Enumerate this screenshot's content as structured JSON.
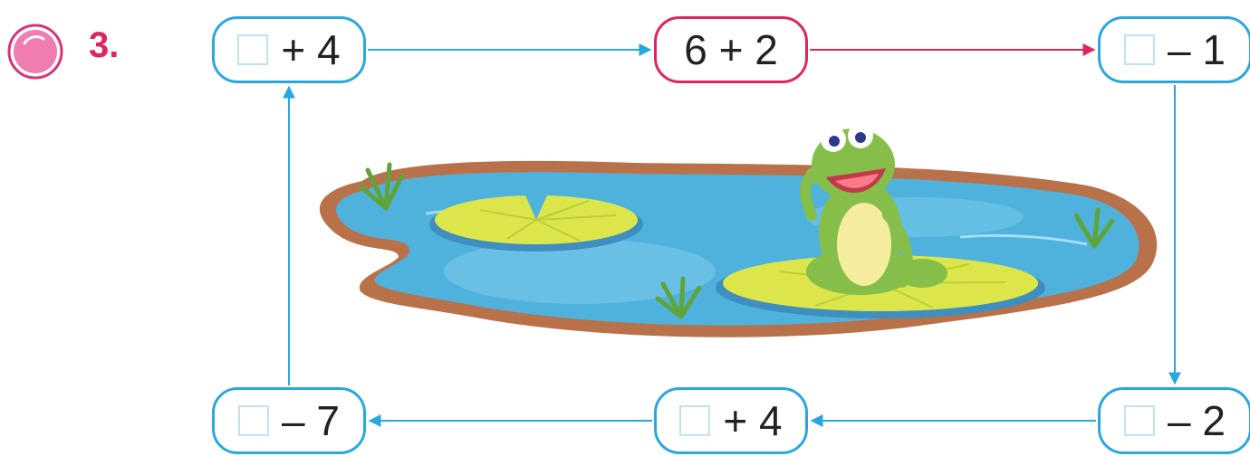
{
  "exercise": {
    "number": "3."
  },
  "boxes": {
    "top_left": {
      "operation": "+ 4"
    },
    "top_center": {
      "operation": "6 + 2"
    },
    "top_right": {
      "operation": "– 1"
    },
    "bottom_right": {
      "operation": "– 2"
    },
    "bottom_center": {
      "operation": "+ 4"
    },
    "bottom_left": {
      "operation": "– 7"
    }
  },
  "colors": {
    "flow": "#29a8e0",
    "start": "#e0245e",
    "badge": "#f07cb0",
    "pond_water": "#4fb2dc",
    "pond_edge": "#b9714a",
    "lily_pad": "#dce64a",
    "frog": "#86be4a"
  },
  "illustration": [
    "pond",
    "lily-pad",
    "frog",
    "reeds"
  ]
}
